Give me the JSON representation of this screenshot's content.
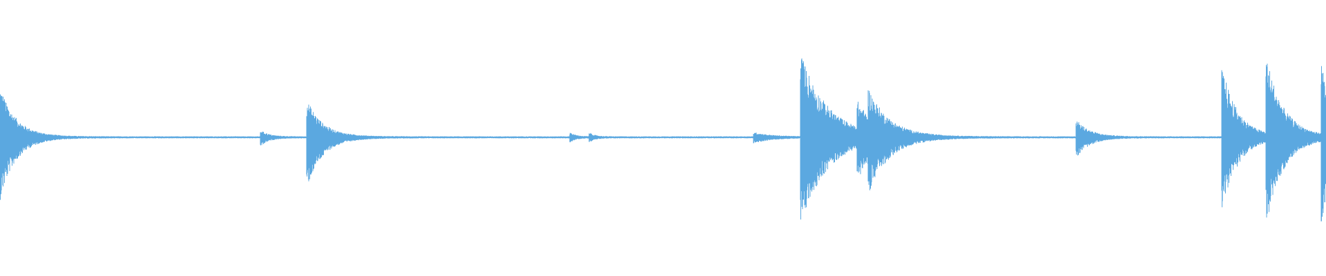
{
  "waveform": {
    "color": "#5BA8E0",
    "baseline_amplitude": 0.012,
    "events": [
      {
        "t": 0.0,
        "peak": 0.6,
        "neg_peak": 0.72,
        "decay": 0.012
      },
      {
        "t": 0.197,
        "peak": 0.07,
        "neg_peak": 0.09,
        "decay": 0.006
      },
      {
        "t": 0.232,
        "peak": 0.42,
        "neg_peak": 0.55,
        "decay": 0.012
      },
      {
        "t": 0.43,
        "peak": 0.05,
        "neg_peak": 0.05,
        "decay": 0.004
      },
      {
        "t": 0.445,
        "peak": 0.04,
        "neg_peak": 0.04,
        "decay": 0.004
      },
      {
        "t": 0.569,
        "peak": 0.05,
        "neg_peak": 0.06,
        "decay": 0.012
      },
      {
        "t": 0.604,
        "peak": 1.0,
        "neg_peak": 1.0,
        "decay": 0.02
      },
      {
        "t": 0.647,
        "peak": 0.3,
        "neg_peak": 0.36,
        "decay": 0.014
      },
      {
        "t": 0.655,
        "peak": 0.33,
        "neg_peak": 0.36,
        "decay": 0.016
      },
      {
        "t": 0.812,
        "peak": 0.2,
        "neg_peak": 0.22,
        "decay": 0.01
      },
      {
        "t": 0.922,
        "peak": 0.8,
        "neg_peak": 0.82,
        "decay": 0.012
      },
      {
        "t": 0.955,
        "peak": 0.9,
        "neg_peak": 0.96,
        "decay": 0.013
      },
      {
        "t": 0.997,
        "peak": 0.85,
        "neg_peak": 0.95,
        "decay": 0.01
      }
    ]
  }
}
